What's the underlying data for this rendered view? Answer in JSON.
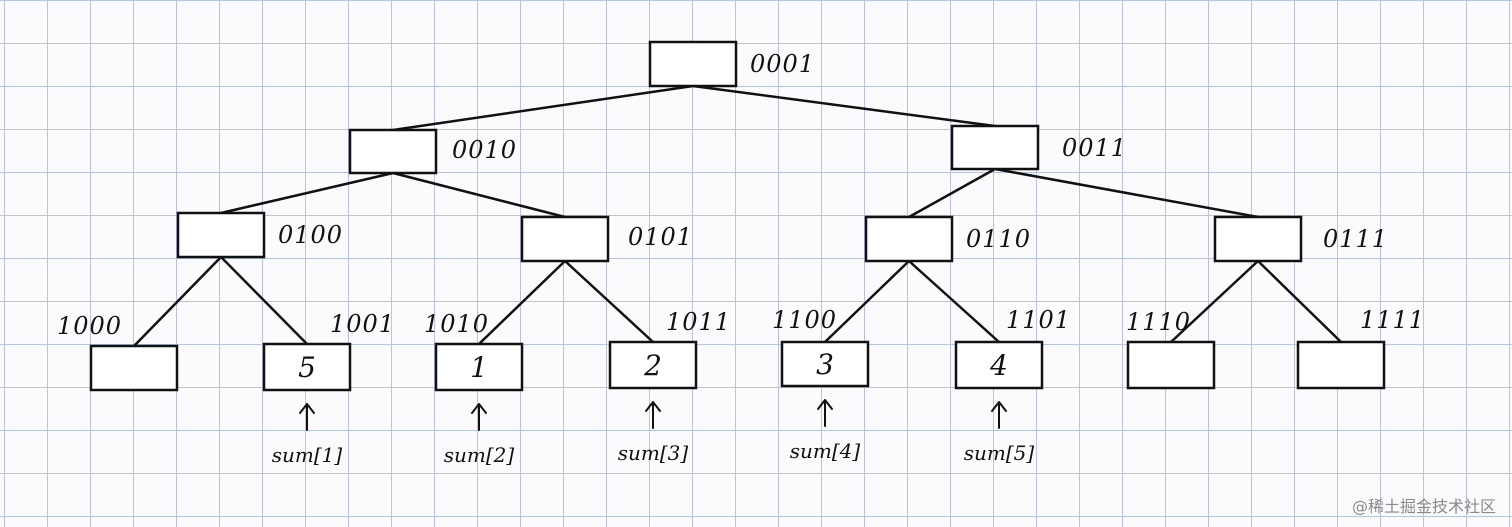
{
  "tree": {
    "nodes": [
      {
        "code": "0001",
        "value": ""
      },
      {
        "code": "0010",
        "value": ""
      },
      {
        "code": "0011",
        "value": ""
      },
      {
        "code": "0100",
        "value": ""
      },
      {
        "code": "0101",
        "value": ""
      },
      {
        "code": "0110",
        "value": ""
      },
      {
        "code": "0111",
        "value": ""
      },
      {
        "code": "1000",
        "value": ""
      },
      {
        "code": "1001",
        "value": "5",
        "pointer": "sum[1]"
      },
      {
        "code": "1010",
        "value": "1",
        "pointer": "sum[2]"
      },
      {
        "code": "1011",
        "value": "2",
        "pointer": "sum[3]"
      },
      {
        "code": "1100",
        "value": "3",
        "pointer": "sum[4]"
      },
      {
        "code": "1101",
        "value": "4",
        "pointer": "sum[5]"
      },
      {
        "code": "1110",
        "value": ""
      },
      {
        "code": "1111",
        "value": ""
      }
    ]
  },
  "watermark": "@稀土掘金技术社区"
}
